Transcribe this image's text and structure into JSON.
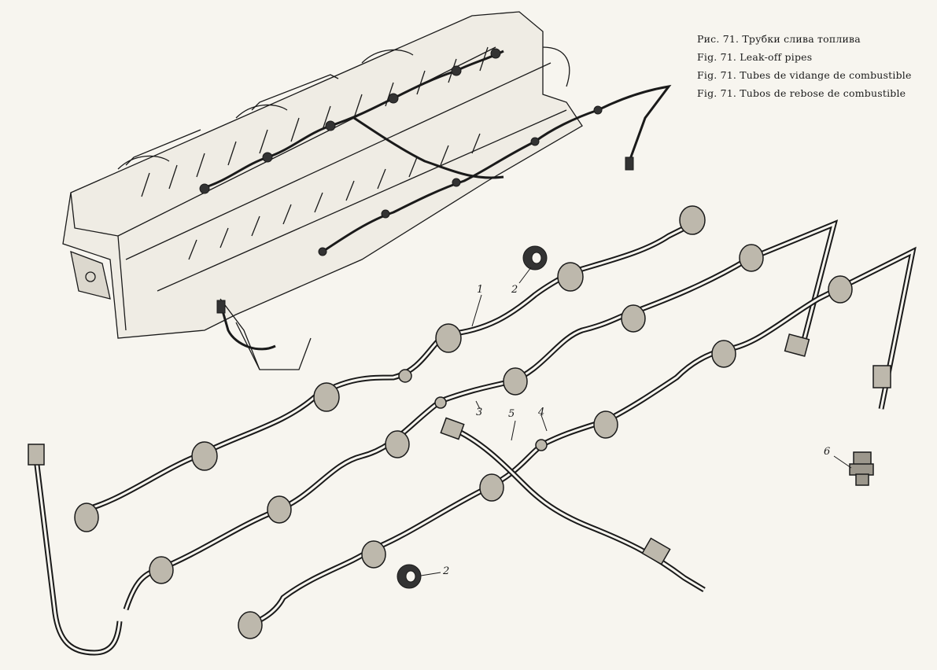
{
  "caption": {
    "ru": "Рис. 71. Трубки слива топлива",
    "en": "Fig. 71. Leak-off pipes",
    "fr": "Fig. 71. Tubes de vidange de combustible",
    "es": "Fig. 71. Tubos de rebose de combustible"
  },
  "callouts": [
    "1",
    "2",
    "3",
    "4",
    "5",
    "2",
    "6"
  ],
  "colors": {
    "ink": "#1a1a1a",
    "paper": "#f7f5ef",
    "shade": "#6b6b6b"
  }
}
